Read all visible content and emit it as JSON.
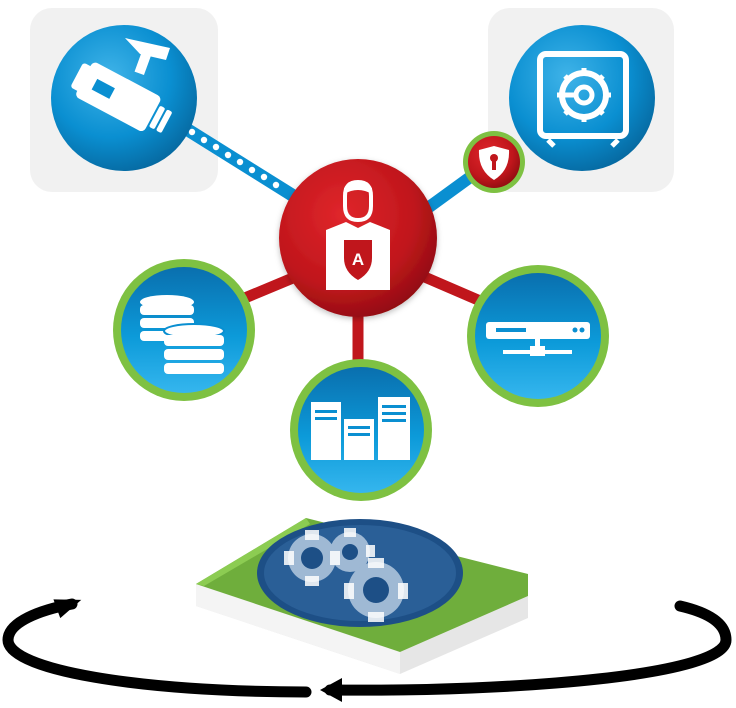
{
  "diagram": {
    "center": {
      "icon": "admin-user-shield-icon",
      "letter": "A"
    },
    "badge": {
      "icon": "security-lock-badge-icon"
    },
    "nodes": [
      {
        "id": "camera",
        "icon": "security-camera-icon"
      },
      {
        "id": "vault",
        "icon": "vault-safe-icon"
      },
      {
        "id": "databases",
        "icon": "database-stack-icon"
      },
      {
        "id": "servers",
        "icon": "server-towers-icon"
      },
      {
        "id": "network",
        "icon": "network-appliance-icon"
      }
    ],
    "platform": {
      "icon": "gears-platform-icon"
    },
    "cycle": {
      "icon": "cycle-arrows-icon"
    }
  },
  "colors": {
    "blue": "#0a8fd1",
    "blue_dark": "#06679e",
    "red": "#c0161c",
    "red_dark": "#8e0c10",
    "green": "#7ec142",
    "green_platform": "#6fae3c",
    "navy": "#1d4f86"
  }
}
